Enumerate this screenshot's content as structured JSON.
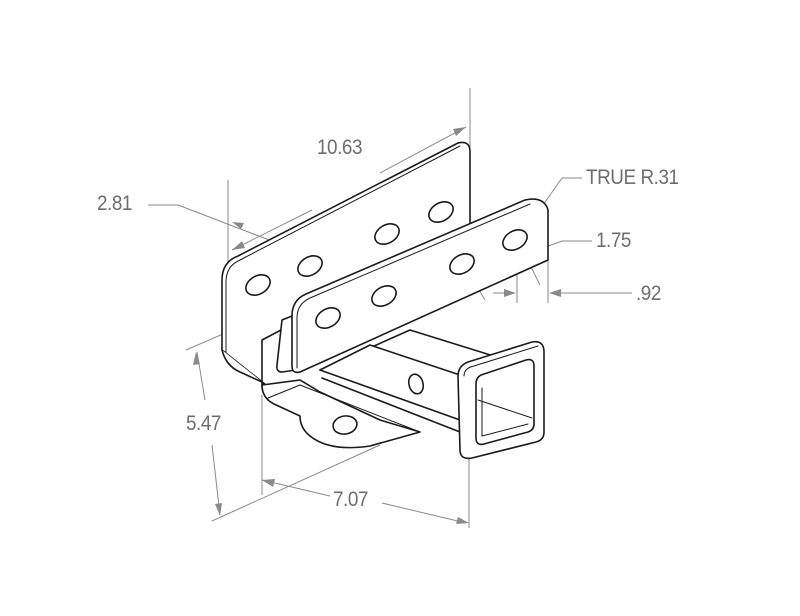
{
  "drawing": {
    "subject": "Trailer hitch receiver — isometric dimensioned drawing",
    "line_color": "#1a1a1a",
    "dimension_color": "#8a8a8a",
    "label_color": "#6e6e6e",
    "background": "#ffffff"
  },
  "dimensions": {
    "overall_width": {
      "label": "10.63"
    },
    "bracket_offset": {
      "label": "2.81"
    },
    "slot_radius": {
      "label": "TRUE R.31"
    },
    "slot_spacing": {
      "label": "1.75"
    },
    "edge_distance": {
      "label": ".92"
    },
    "overall_height": {
      "label": "5.47"
    },
    "depth": {
      "label": "7.07"
    }
  },
  "components": {
    "rear_bracket_slots": 4,
    "front_bracket_slots": 4,
    "receiver_tube": "square receiver opening",
    "base_plate": "base plate with safety-chain hole"
  }
}
